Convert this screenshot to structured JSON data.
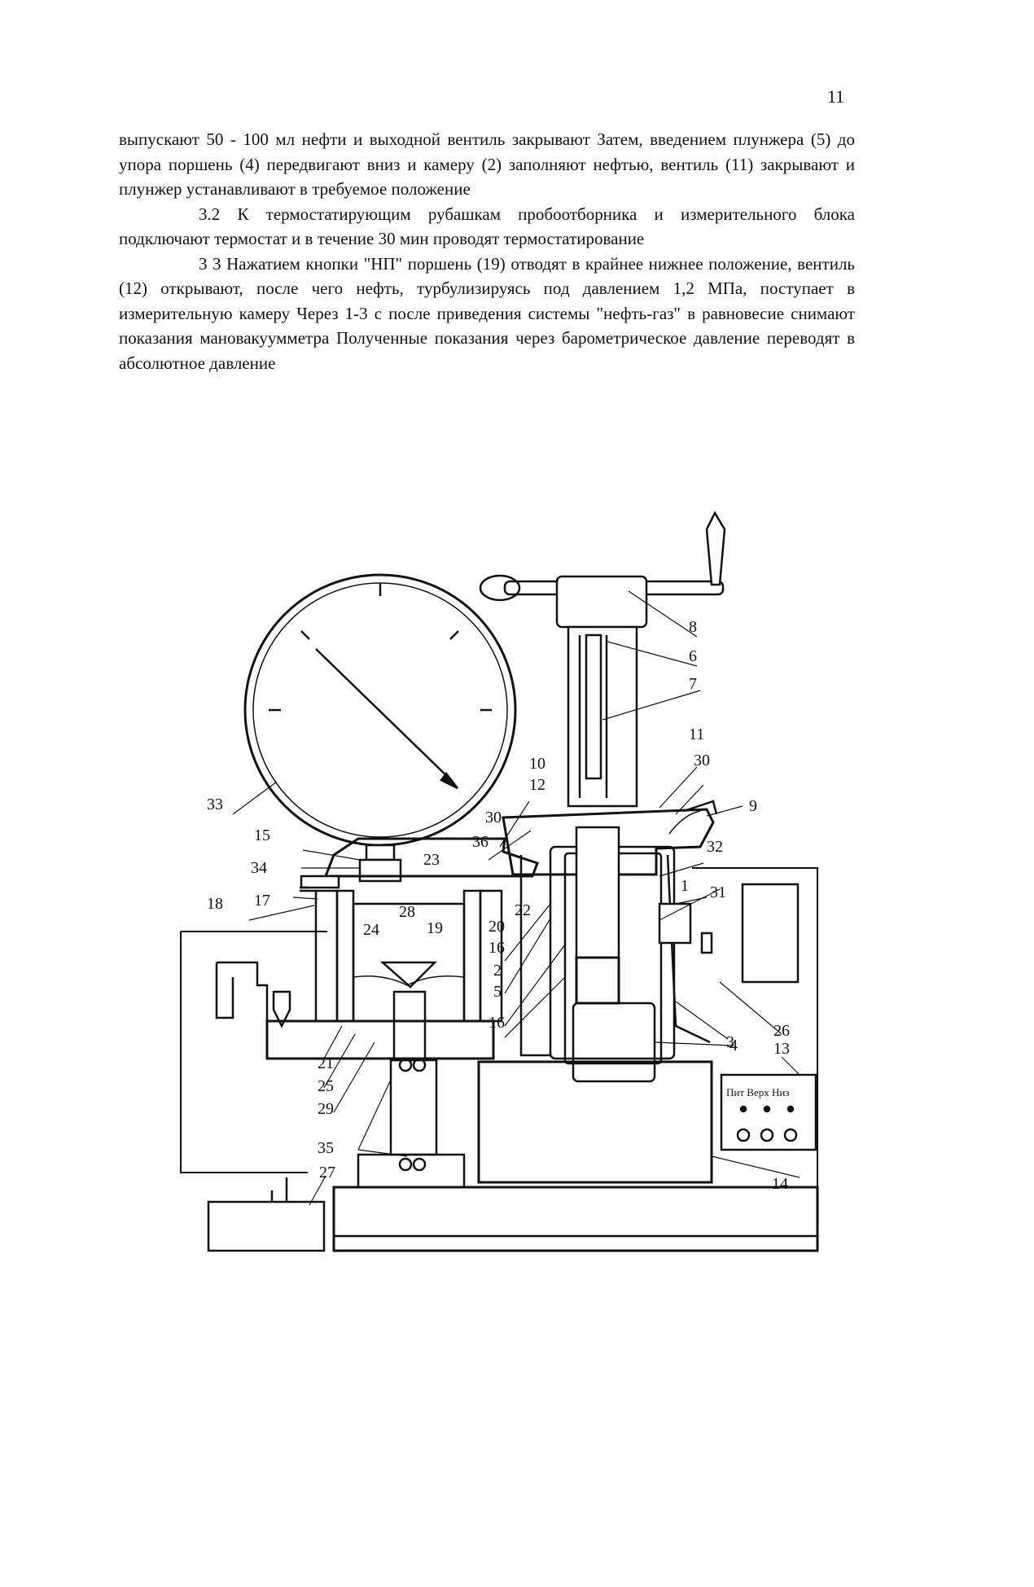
{
  "page_number": "11",
  "paragraphs": [
    "выпускают 50 - 100 мл нефти и выходной вентиль закрывают Затем, введением плунжера (5) до упора поршень (4) передвигают вниз и камеру (2) заполняют нефтью, вентиль (11) закрывают и плунжер устанавливают в требуемое положение",
    "3.2 К термостатирующим рубашкам пробоотборника и измерительного блока подключают термостат и в течение 30 мин проводят термостатирование",
    "3 3 Нажатием кнопки \"НП\" поршень (19) отводят в крайнее нижнее положение, вентиль (12) открывают, после чего нефть, турбулизируясь под давлением 1,2 МПа, поступает в измерительную камеру Через 1-3 с после приведения системы \"нефть-газ\" в равновесие снимают показания мановакуумметра Полученные показания через барометрическое давление переводят в абсолютное давление"
  ],
  "figure": {
    "labels": {
      "l1": "1",
      "l2": "2",
      "l3": "3",
      "l4": "4",
      "l5": "5",
      "l6": "6",
      "l7": "7",
      "l8": "8",
      "l9": "9",
      "l10": "10",
      "l11": "11",
      "l12": "12",
      "l13": "13",
      "l14": "14",
      "l15": "15",
      "l16a": "16",
      "l16b": "16",
      "l17": "17",
      "l18": "18",
      "l19": "19",
      "l20": "20",
      "l21": "21",
      "l22": "22",
      "l23": "23",
      "l24": "24",
      "l25": "25",
      "l26": "26",
      "l27": "27",
      "l28": "28",
      "l29": "29",
      "l30a": "30",
      "l30b": "30",
      "l31": "31",
      "l32": "32",
      "l33": "33",
      "l34": "34",
      "l35": "35",
      "l36": "36"
    },
    "panel_header": "Пит Верх Низ"
  }
}
